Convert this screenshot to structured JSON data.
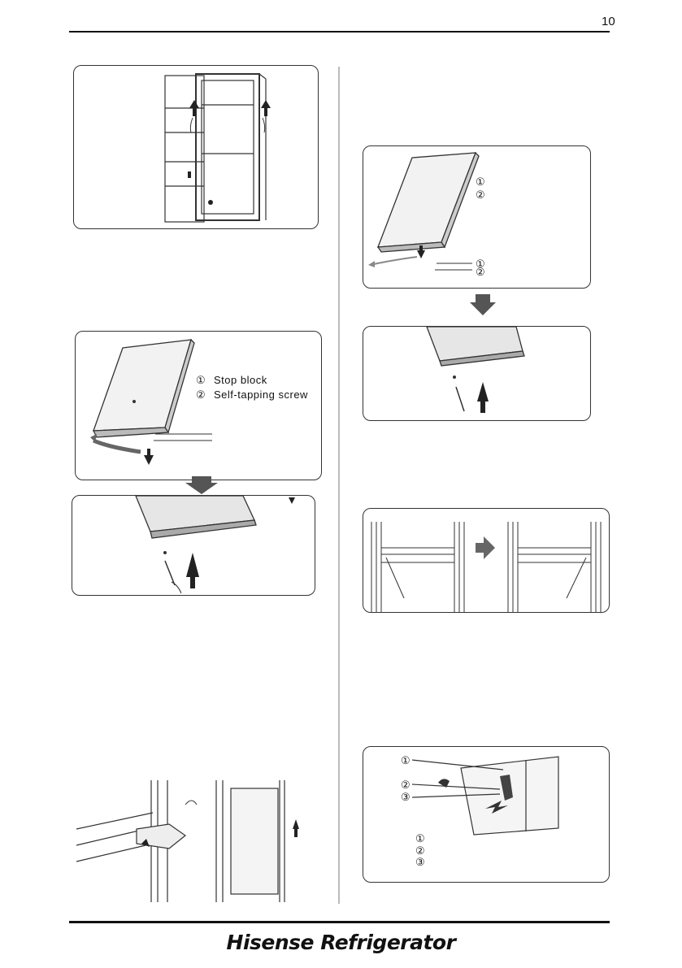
{
  "page": {
    "number": "10"
  },
  "figure_door_panel": {
    "legend": [
      {
        "num": "①",
        "text": "Stop block"
      },
      {
        "num": "②",
        "text": "Self-tapping screw"
      }
    ]
  },
  "figure_right_door": {
    "legend_nums": [
      "①",
      "②"
    ],
    "pointer_nums": [
      "①",
      "②"
    ]
  },
  "figure_hinge": {
    "pointer_nums": [
      "①",
      "②",
      "③"
    ],
    "legend_nums": [
      "①",
      "②",
      "③"
    ]
  },
  "footer": {
    "brand": "Hisense Refrigerator"
  }
}
